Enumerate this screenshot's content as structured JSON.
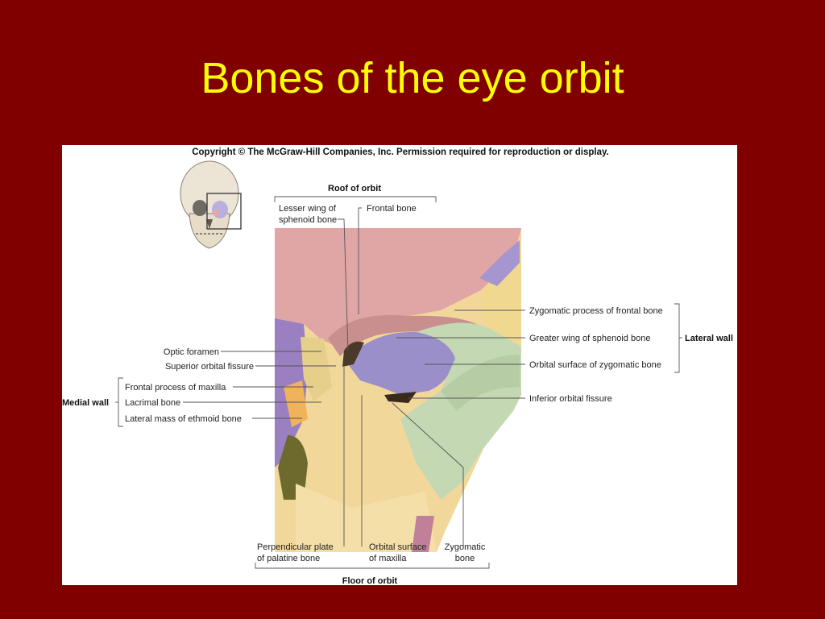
{
  "slide": {
    "title": "Bones of the eye orbit"
  },
  "figure": {
    "copyright": "Copyright © The McGraw-Hill Companies, Inc. Permission required for reproduction or display.",
    "groups": {
      "roof": "Roof of orbit",
      "lateral": "Lateral wall",
      "medial": "Medial wall",
      "floor": "Floor of orbit"
    },
    "labels": {
      "lesser_wing": [
        "Lesser wing of",
        "sphenoid bone"
      ],
      "frontal_bone": "Frontal bone",
      "zygomatic_process": "Zygomatic process of frontal bone",
      "greater_wing": "Greater wing of sphenoid bone",
      "orbital_surface_zygomatic": "Orbital surface of zygomatic bone",
      "inferior_orbital_fissure": "Inferior orbital fissure",
      "optic_foramen": "Optic foramen",
      "superior_orbital_fissure": "Superior orbital fissure",
      "frontal_process_maxilla": "Frontal process of maxilla",
      "lacrimal_bone": "Lacrimal bone",
      "lateral_mass_ethmoid": "Lateral mass of ethmoid bone",
      "perpendicular_plate": [
        "Perpendicular plate",
        "of palatine bone"
      ],
      "orbital_surface_maxilla": [
        "Orbital surface",
        "of maxilla"
      ],
      "zygomatic_bone": [
        "Zygomatic",
        "bone"
      ]
    },
    "colors": {
      "frontal": "#e0a5a5",
      "sphenoid": "#9a8fc9",
      "zygomatic": "#c4d8b4",
      "maxilla": "#f2d79a",
      "ethmoid": "#f0b25a",
      "lacrimal": "#e6cf8a",
      "palatine": "#8a6a3a",
      "background": "#800000",
      "title": "#ffff00"
    }
  }
}
